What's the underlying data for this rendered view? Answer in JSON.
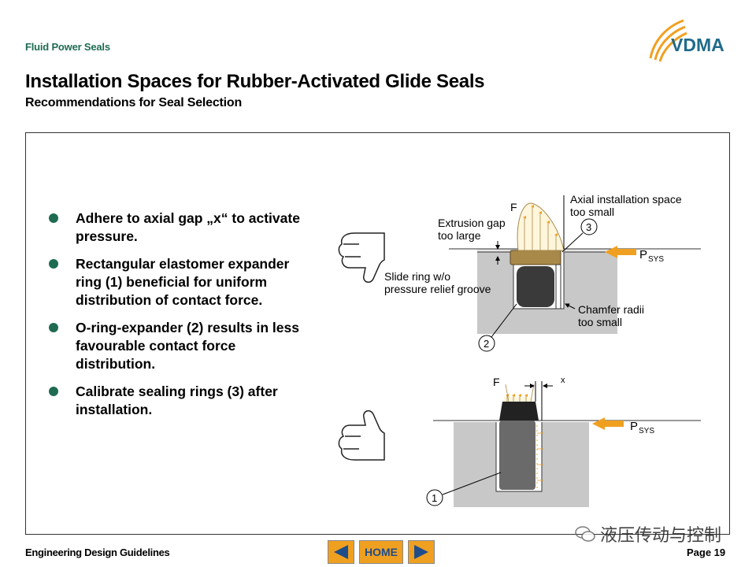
{
  "header": {
    "section_label": "Fluid Power Seals",
    "title": "Installation Spaces for Rubber-Activated Glide Seals",
    "subtitle": "Recommendations for Seal Selection",
    "logo_text": "VDMA"
  },
  "bullets": [
    "Adhere to axial gap „x“ to activate pressure.",
    "Rectangular elastomer expander ring (1) beneficial for uniform distribution of contact force.",
    "O-ring-expander (2) results in less favourable contact force distribution.",
    "Calibrate sealing rings (3) after installation."
  ],
  "figure": {
    "top": {
      "force_label": "F",
      "extrusion_gap": [
        "Extrusion gap",
        "too large"
      ],
      "axial_space": [
        "Axial installation space",
        "too small"
      ],
      "slide_ring": [
        "Slide ring w/o",
        "pressure relief groove"
      ],
      "chamfer": [
        "Chamfer radii",
        "too small"
      ],
      "pressure_label": "P",
      "pressure_sub": "SYS",
      "callout_3": "3",
      "callout_2": "2"
    },
    "bottom": {
      "force_label": "F",
      "gap_label": "x",
      "pressure_label": "P",
      "pressure_sub": "SYS",
      "callout_1": "1"
    }
  },
  "footer": {
    "left_text": "Engineering Design Guidelines",
    "home_label": "HOME",
    "page_label": "Page  19"
  },
  "watermark": {
    "text": "液压传动与控制"
  },
  "colors": {
    "accent_green": "#1f6b50",
    "arrow_orange": "#f0a020",
    "seal_brown": "#a8894a"
  }
}
